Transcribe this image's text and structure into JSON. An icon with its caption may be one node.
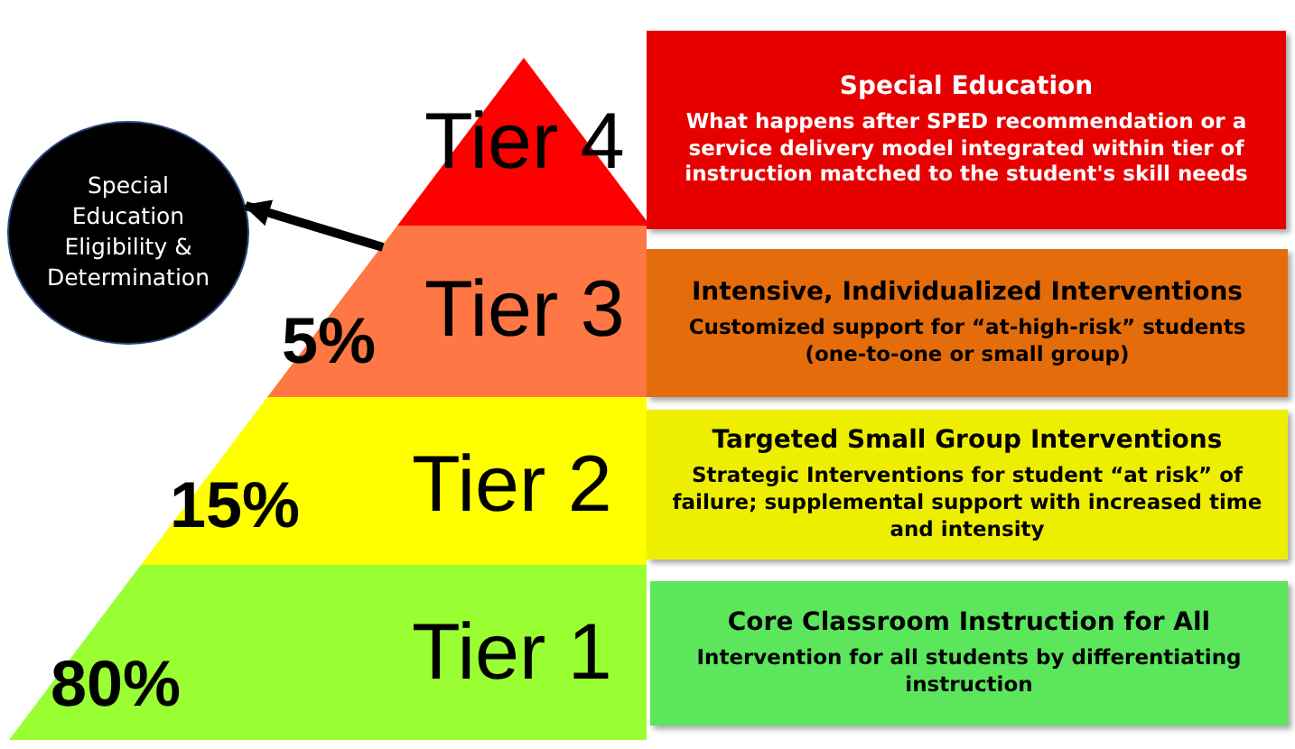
{
  "diagram": {
    "nodes": [
      {
        "text": [
          "Special Education Eligibility & Determination"
        ]
      },
      {
        "text": [
          "Tier 4"
        ]
      },
      {
        "text": [
          "Special Education",
          "What happens after SPED recommendation or a service delivery model integrated within tier of instruction matched to the student's skill needs"
        ]
      },
      {
        "text": [
          "Tier 3"
        ]
      },
      {
        "text": [
          "Intensive, Individualized Interventions",
          "Customized support for “at-high-risk” students (one-to-one or small group)"
        ]
      },
      {
        "text": [
          "Tier 2"
        ]
      },
      {
        "text": [
          "Targeted Small Group Interventions",
          "Strategic Interventions for student “at risk” of failure; supplemental support with increased time and intensity"
        ]
      },
      {
        "text": [
          "Tier 1"
        ]
      },
      {
        "text": [
          "Core Classroom Instruction for All",
          "Intervention for all students by differentiating instruction"
        ]
      }
    ],
    "edges": [
      {
        "from": 3,
        "to": 0,
        "arrow": "to"
      }
    ],
    "labels": [
      "5%",
      "15%",
      "80%"
    ]
  }
}
